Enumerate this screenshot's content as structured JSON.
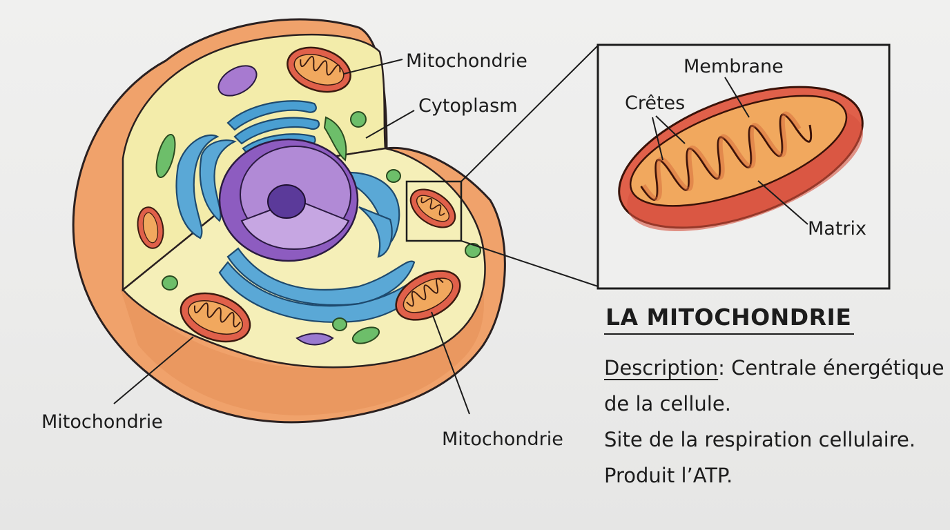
{
  "labels": {
    "cell_mito_top": "Mitochondrie",
    "cytoplasm": "Cytoplasm",
    "cell_mito_left": "Mitochondrie",
    "cell_mito_bottom": "Mitochondrie",
    "membrane": "Membrane",
    "cretes": "Crêtes",
    "matrix": "Matrix"
  },
  "panel": {
    "title": "LA MITOCHONDRIE",
    "description_key": "Description",
    "description_sep": ": ",
    "lines": [
      "Centrale énergétique",
      "de la cellule.",
      "Site de la respiration cellulaire.",
      "Produit l’ATP."
    ]
  },
  "colors": {
    "board": "#ecebea",
    "cell_outer": "#f0a26b",
    "cytoplasm": "#f3ecaa",
    "nucleus": "#a77ad0",
    "nucleolus": "#5b3a9a",
    "golgi": "#4a9fd2",
    "er": "#5aa8d6",
    "mitochondria": "#e0604a",
    "mitochondria_inner": "#f1a85e",
    "vesicle": "#6dbe6a",
    "ink": "#1c1c1c"
  }
}
